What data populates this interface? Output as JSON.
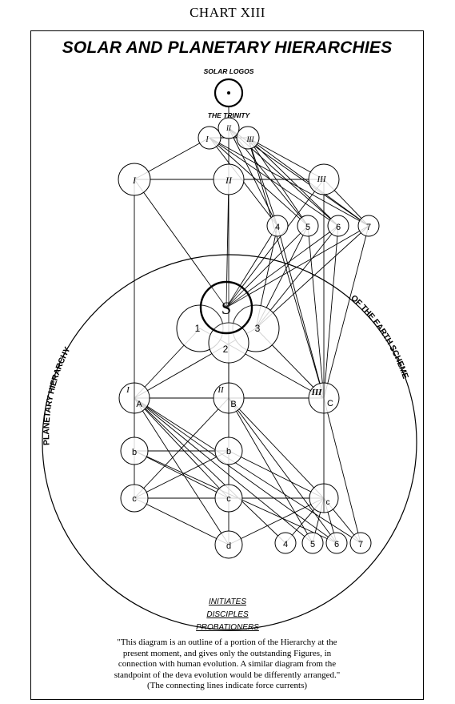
{
  "chart_label": "CHART XIII",
  "title": "SOLAR AND PLANETARY HIERARCHIES",
  "solar_logos_label": "SOLAR LOGOS",
  "trinity_label": "THE TRINITY",
  "arc_left_label": "PLANETARY HIERARCHY",
  "arc_right_label": "OF THE EARTH SCHEME",
  "node_labels": {
    "trinity_I": "I",
    "trinity_II": "II",
    "trinity_III": "III",
    "ray_I": "I",
    "ray_II": "II",
    "ray_III": "III",
    "ray_4": "4",
    "ray_5": "5",
    "ray_6": "6",
    "ray_7": "7",
    "sanat": "S",
    "buddha_1": "1",
    "buddha_2": "2",
    "buddha_3": "3",
    "A_num": "I",
    "A": "A",
    "B_num": "II",
    "B": "B",
    "C_num": "III",
    "C": "C",
    "b_left": "b",
    "b_center": "b",
    "c_left": "c",
    "c_center": "c",
    "c_right": "c",
    "d": "d",
    "low_4": "4",
    "low_5": "5",
    "low_6": "6",
    "low_7": "7"
  },
  "bottom_labels": [
    "INITIATES",
    "DISCIPLES",
    "PROBATIONERS"
  ],
  "caption": [
    "\"This diagram is an outline of a portion of the Hierarchy at the",
    "present moment, and gives only the outstanding Figures, in",
    "connection with human evolution.  A similar diagram from the",
    "standpoint of the deva evolution would be differently arranged.\"",
    "(The connecting lines indicate force currents)"
  ]
}
